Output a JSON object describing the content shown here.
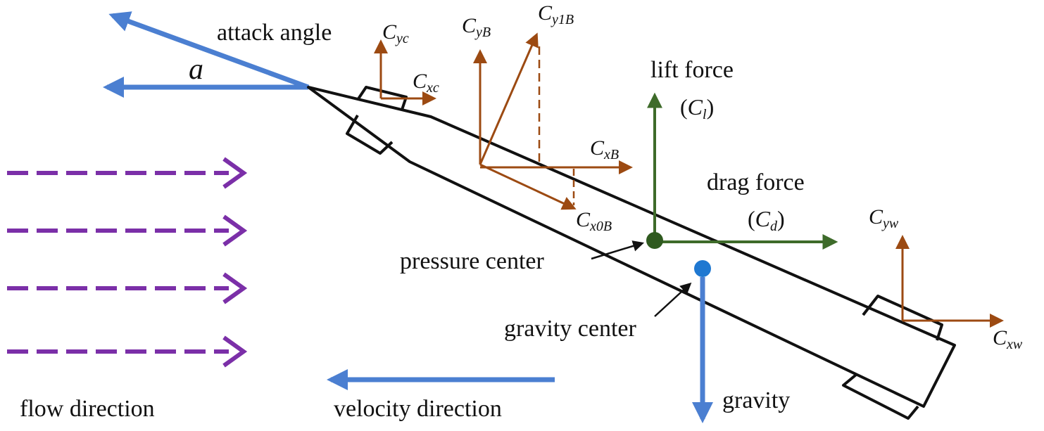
{
  "colors": {
    "flow": "#7b2fa8",
    "velocity": "#4b7fd1",
    "body_force": "#9c4a12",
    "aero_force": "#3e6b2a",
    "gravity": "#4b7fd1",
    "gravity_dot": "#1f78d1",
    "pressure_dot": "#2f5a1f",
    "outline": "#111111"
  },
  "labels": {
    "attack_angle": "attack angle",
    "alpha": "a",
    "lift_force": "lift force",
    "lift_symbol": "C",
    "lift_sub": "l",
    "drag_force": "drag force",
    "drag_symbol": "C",
    "drag_sub": "d",
    "pressure_center": "pressure center",
    "gravity_center": "gravity center",
    "gravity": "gravity",
    "flow_direction": "flow direction",
    "velocity_direction": "velocity direction"
  },
  "coeffs": {
    "cyc": {
      "base": "C",
      "sub": "yc"
    },
    "cxc": {
      "base": "C",
      "sub": "xc"
    },
    "cyb": {
      "base": "C",
      "sub": "yB"
    },
    "cy1b": {
      "base": "C",
      "sub": "y1B"
    },
    "cxb": {
      "base": "C",
      "sub": "xB"
    },
    "cx0b": {
      "base": "C",
      "sub": "x0B"
    },
    "cyw": {
      "base": "C",
      "sub": "yw"
    },
    "cxw": {
      "base": "C",
      "sub": "xw"
    }
  }
}
